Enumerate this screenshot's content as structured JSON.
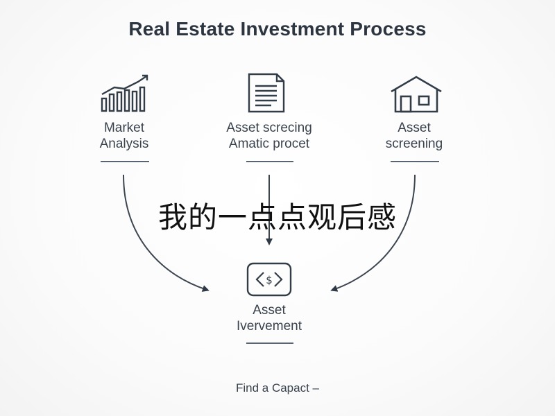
{
  "title": "Real Estate Investment Process",
  "nodes": {
    "market": {
      "line1": "Market",
      "line2": "Analysis",
      "icon": "bar-chart-growth-icon"
    },
    "screening_center": {
      "line1": "Asset screcing",
      "line2": "Amatic procet",
      "icon": "document-icon"
    },
    "screening_right": {
      "line1": "Asset",
      "line2": "screening",
      "icon": "house-icon"
    },
    "investment": {
      "line1": "Asset",
      "line2": "Ivervement",
      "icon": "dollar-code-icon"
    }
  },
  "overlay_text": "我的一点点观后感",
  "footer": "Find a Capact –",
  "colors": {
    "text": "#2c3540",
    "line": "#3d4650"
  }
}
